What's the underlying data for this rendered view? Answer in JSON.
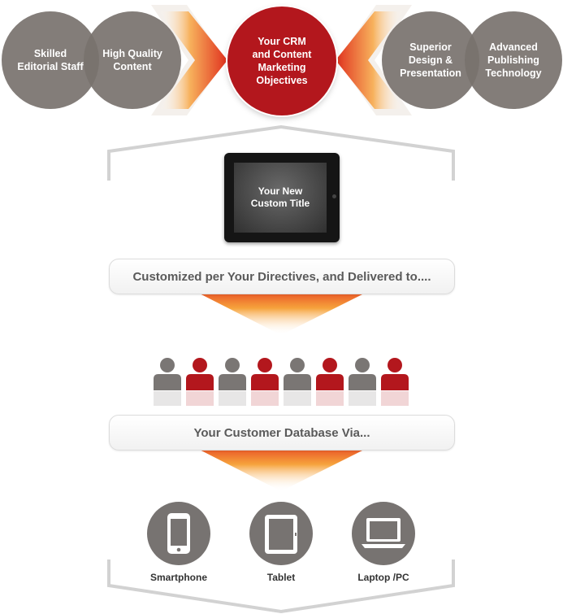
{
  "top_circles": {
    "left_outer": "Skilled Editorial Staff",
    "left_inner": "High Quality Content",
    "center": "Your CRM and Content Marketing Objectives",
    "right_inner": "Superior Design & Presentation",
    "right_outer": "Advanced Publishing Technology"
  },
  "tablet": {
    "title": "Your New Custom Title"
  },
  "banners": {
    "first": "Customized per Your Directives, and Delivered to....",
    "second": "Your Customer Database Via..."
  },
  "people": {
    "colors": [
      "#7a7674",
      "#b3171d"
    ]
  },
  "devices": [
    {
      "label": "Smartphone",
      "icon": "smartphone-icon"
    },
    {
      "label": "Tablet",
      "icon": "tablet-icon"
    },
    {
      "label": "Laptop /PC",
      "icon": "laptop-icon"
    }
  ],
  "colors": {
    "red": "#b3171d",
    "gray": "#7a7674",
    "orange": "#f08a1c"
  }
}
